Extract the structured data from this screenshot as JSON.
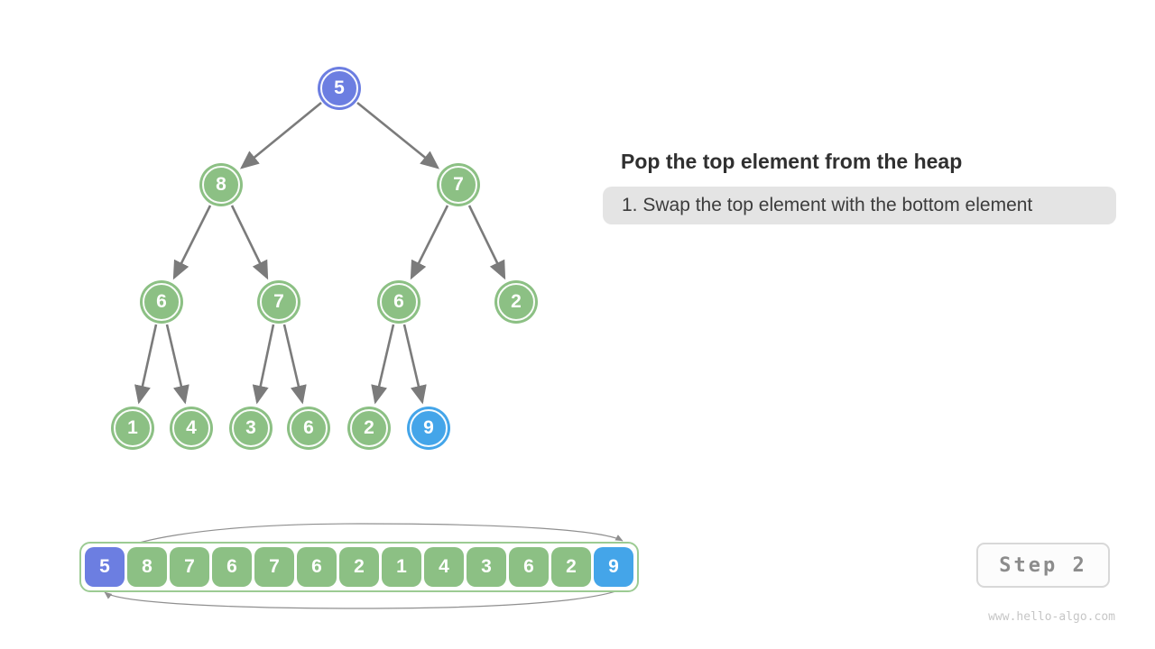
{
  "panel": {
    "title": "Pop the top element from the heap",
    "note": "1. Swap the top element with the bottom element"
  },
  "tree": {
    "nodes": [
      {
        "value": "5",
        "variant": "purple"
      },
      {
        "value": "8",
        "variant": "green"
      },
      {
        "value": "7",
        "variant": "green"
      },
      {
        "value": "6",
        "variant": "green"
      },
      {
        "value": "7",
        "variant": "green"
      },
      {
        "value": "6",
        "variant": "green"
      },
      {
        "value": "2",
        "variant": "green"
      },
      {
        "value": "1",
        "variant": "green"
      },
      {
        "value": "4",
        "variant": "green"
      },
      {
        "value": "3",
        "variant": "green"
      },
      {
        "value": "6",
        "variant": "green"
      },
      {
        "value": "2",
        "variant": "green"
      },
      {
        "value": "9",
        "variant": "blue"
      }
    ],
    "edges": [
      [
        0,
        1
      ],
      [
        0,
        2
      ],
      [
        1,
        3
      ],
      [
        1,
        4
      ],
      [
        2,
        5
      ],
      [
        2,
        6
      ],
      [
        3,
        7
      ],
      [
        3,
        8
      ],
      [
        4,
        9
      ],
      [
        4,
        10
      ],
      [
        5,
        11
      ],
      [
        5,
        12
      ]
    ]
  },
  "array": {
    "cells": [
      {
        "value": "5",
        "variant": "purple"
      },
      {
        "value": "8",
        "variant": "green"
      },
      {
        "value": "7",
        "variant": "green"
      },
      {
        "value": "6",
        "variant": "green"
      },
      {
        "value": "7",
        "variant": "green"
      },
      {
        "value": "6",
        "variant": "green"
      },
      {
        "value": "2",
        "variant": "green"
      },
      {
        "value": "1",
        "variant": "green"
      },
      {
        "value": "4",
        "variant": "green"
      },
      {
        "value": "3",
        "variant": "green"
      },
      {
        "value": "6",
        "variant": "green"
      },
      {
        "value": "2",
        "variant": "green"
      },
      {
        "value": "9",
        "variant": "blue"
      }
    ]
  },
  "step_badge": {
    "label": "Step 2"
  },
  "footer": {
    "watermark": "www.hello-algo.com"
  },
  "colors": {
    "node_green": "#8cc084",
    "node_purple": "#6c7ee1",
    "node_blue": "#44a5e9",
    "array_border_green": "#9ccb93",
    "edge_arrow_gray": "#7b7b7b",
    "swap_arc_gray": "#8f8f8f",
    "note_bg": "#e4e4e4",
    "title_text": "#303030",
    "badge_text": "#8c8c8c",
    "watermark_text": "#c6c6c6"
  }
}
